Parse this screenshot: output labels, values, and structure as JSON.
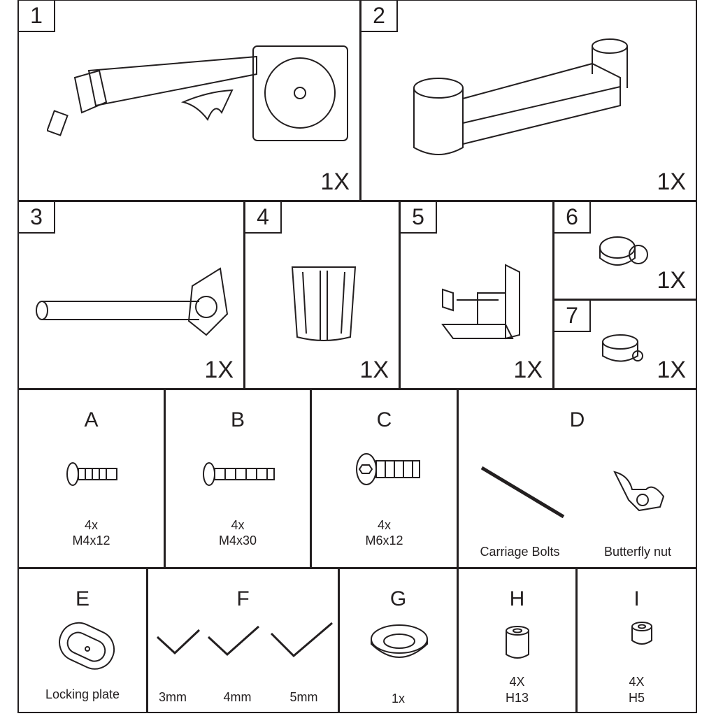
{
  "parts": [
    {
      "id": "1",
      "qty": "1X"
    },
    {
      "id": "2",
      "qty": "1X"
    },
    {
      "id": "3",
      "qty": "1X"
    },
    {
      "id": "4",
      "qty": "1X"
    },
    {
      "id": "5",
      "qty": "1X"
    },
    {
      "id": "6",
      "qty": "1X"
    },
    {
      "id": "7",
      "qty": "1X"
    }
  ],
  "hardware": {
    "A": {
      "letter": "A",
      "qty": "4x",
      "size": "M4x12"
    },
    "B": {
      "letter": "B",
      "qty": "4x",
      "size": "M4x30"
    },
    "C": {
      "letter": "C",
      "qty": "4x",
      "size": "M6x12"
    },
    "D": {
      "letter": "D",
      "label1": "Carriage Bolts",
      "label2": "Butterfly nut"
    },
    "E": {
      "letter": "E",
      "label": "Locking plate"
    },
    "F": {
      "letter": "F",
      "sizes": [
        "3mm",
        "4mm",
        "5mm"
      ]
    },
    "G": {
      "letter": "G",
      "qty": "1x"
    },
    "H": {
      "letter": "H",
      "qty": "4X",
      "size": "H13"
    },
    "I": {
      "letter": "I",
      "qty": "4X",
      "size": "H5"
    }
  }
}
